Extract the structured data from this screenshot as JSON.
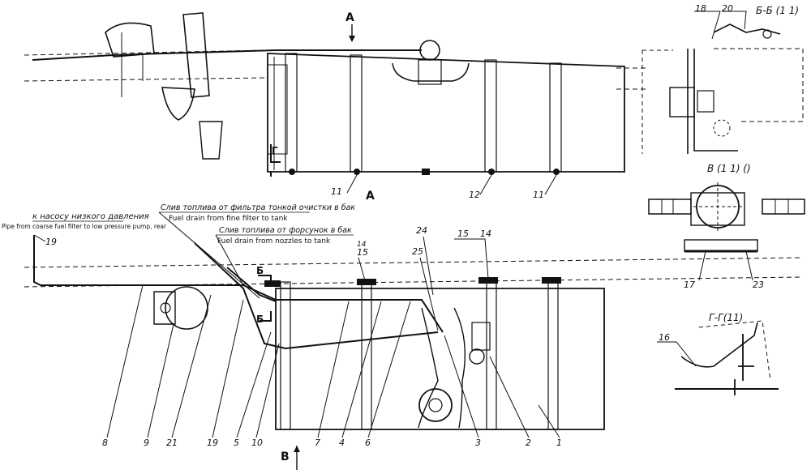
{
  "labels": {
    "view_a_top_arrow": "А",
    "view_a_bottom": "А",
    "view_b_bottom": "В",
    "section_g_left": "Г",
    "section_b_upper": "Б",
    "section_b_lower": "Б",
    "n18": "18",
    "n20": "20",
    "section_bb_title": "Б-Б (1 1)",
    "n11_top_a": "11",
    "n12_top": "12",
    "n11_top_b": "11",
    "view_v_title": "В (1 1) ()",
    "n17": "17",
    "n23": "23",
    "section_gg_title": "Г-Г(11)",
    "n16": "16",
    "n14_left": "14",
    "n15_left": "15",
    "n24": "24",
    "n15_mid": "15",
    "n14_mid": "14",
    "n25": "25",
    "n19_top": "19",
    "n8": "8",
    "n9": "9",
    "n21": "21",
    "n19_bottom": "19",
    "n5": "5",
    "n10": "10",
    "n7": "7",
    "n4": "4",
    "n6": "6",
    "n3": "3",
    "n2": "2",
    "n1": "1"
  },
  "notes": {
    "low_pressure_ru": "к насосу низкого давления",
    "low_pressure_en": "Pipe from coarse fuel filter to low pressure pump, rear",
    "fine_filter_ru": "Слив топлива от фильтра тонкой очистки в бак",
    "fine_filter_en": "Fuel drain from fine filter to tank",
    "nozzles_ru": "Слив топлива от форсунок в бак",
    "nozzles_en": "Fuel drain from nozzles to tank"
  }
}
